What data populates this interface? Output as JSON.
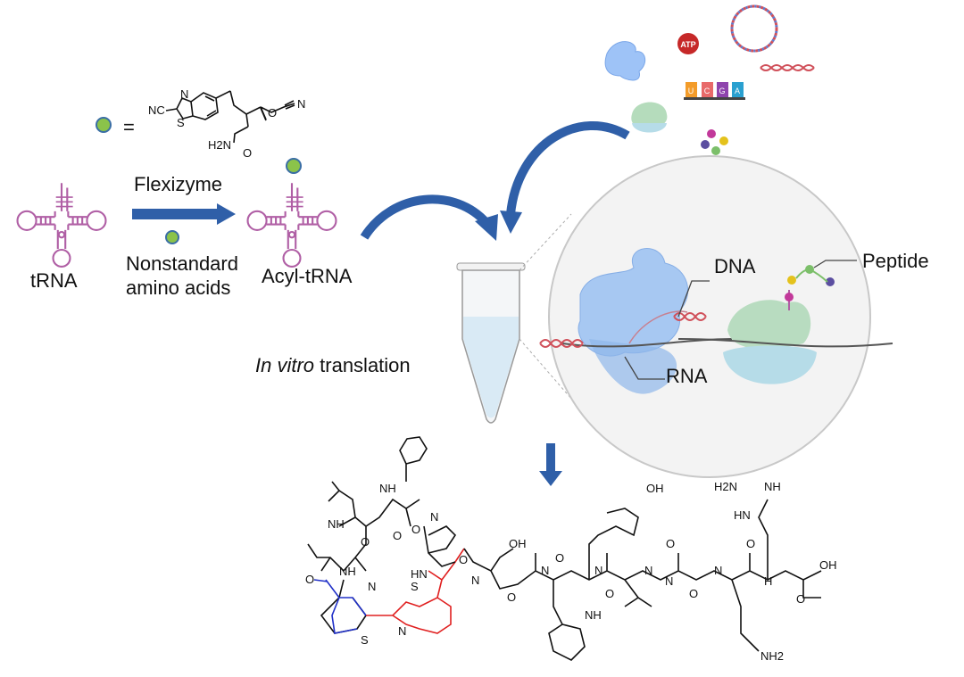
{
  "labels": {
    "equals": "=",
    "flexizyme": "Flexizyme",
    "nonstandard_line1": "Nonstandard",
    "nonstandard_line2": "amino acids",
    "trna": "tRNA",
    "acyl_trna": "Acyl-tRNA",
    "in_vitro_italic": "In vitro",
    "translation": " translation",
    "dna": "DNA",
    "rna": "RNA",
    "peptide": "Peptide"
  },
  "reagent_icons": {
    "atp": "ATP",
    "nucleotides": [
      "U",
      "C",
      "G",
      "A"
    ],
    "nucleotide_colors": [
      "#f39c2a",
      "#e86a6a",
      "#8e44ad",
      "#2aa0d0"
    ]
  },
  "small_molecule_atoms": {
    "n": "N",
    "nc": "NC",
    "s": "S",
    "h2n": "H2N",
    "o1": "O",
    "o2": "O",
    "n2": "N"
  },
  "peptide_atoms": [
    "NH",
    "O",
    "NH",
    "O",
    "N",
    "S",
    "S",
    "N",
    "HN",
    "O",
    "NH",
    "O",
    "N",
    "O",
    "OH",
    "N",
    "O",
    "N",
    "O",
    "NH",
    "N",
    "O",
    "N",
    "O",
    "N",
    "O",
    "N",
    "O",
    "OH",
    "O",
    "H2N",
    "NH",
    "HN",
    "NH2",
    "OH",
    "H"
  ],
  "colors": {
    "arrow_blue": "#2f5fa8",
    "amino_acid_green": "#8bc34a",
    "trna_pink": "#b05fa5",
    "highlight_red": "#e02020",
    "highlight_blue": "#2030c8"
  }
}
